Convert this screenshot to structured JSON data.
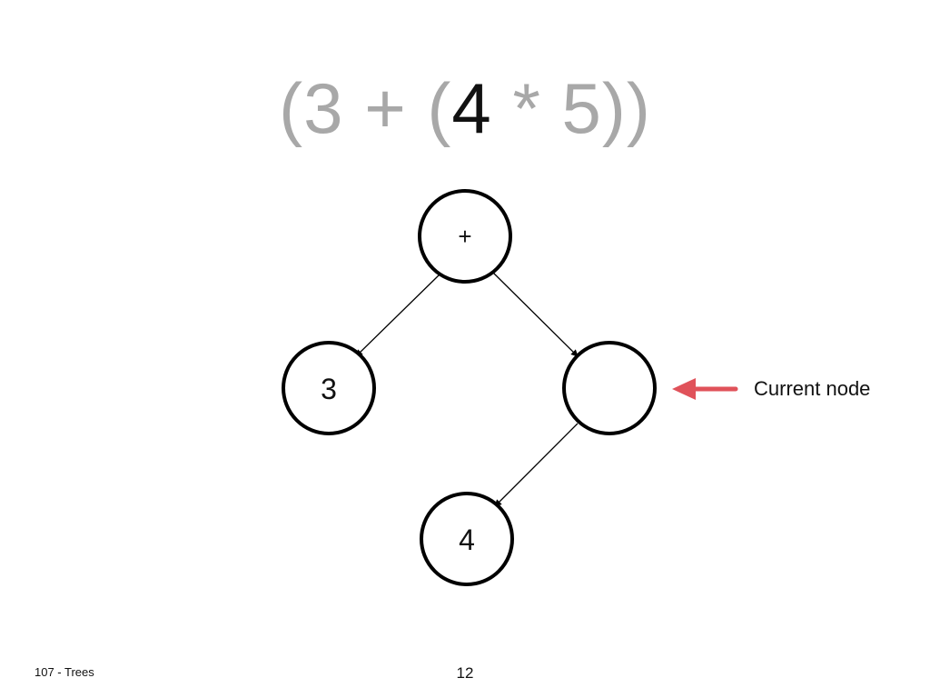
{
  "expression": {
    "tokens": [
      {
        "text": "(3 + (",
        "active": false
      },
      {
        "text": "4",
        "active": true
      },
      {
        "text": " * 5))",
        "active": false
      }
    ]
  },
  "tree": {
    "nodes": {
      "root": {
        "label": "+"
      },
      "left": {
        "label": "3"
      },
      "right": {
        "label": ""
      },
      "right_left": {
        "label": "4"
      }
    },
    "current_node": "right"
  },
  "annotation": {
    "label": "Current node"
  },
  "footer": {
    "title": "107 - Trees",
    "page_number": "12"
  },
  "colors": {
    "pointer_arrow": "#e0525a",
    "expression_inactive": "#a8a8a8",
    "expression_active": "#111111"
  }
}
